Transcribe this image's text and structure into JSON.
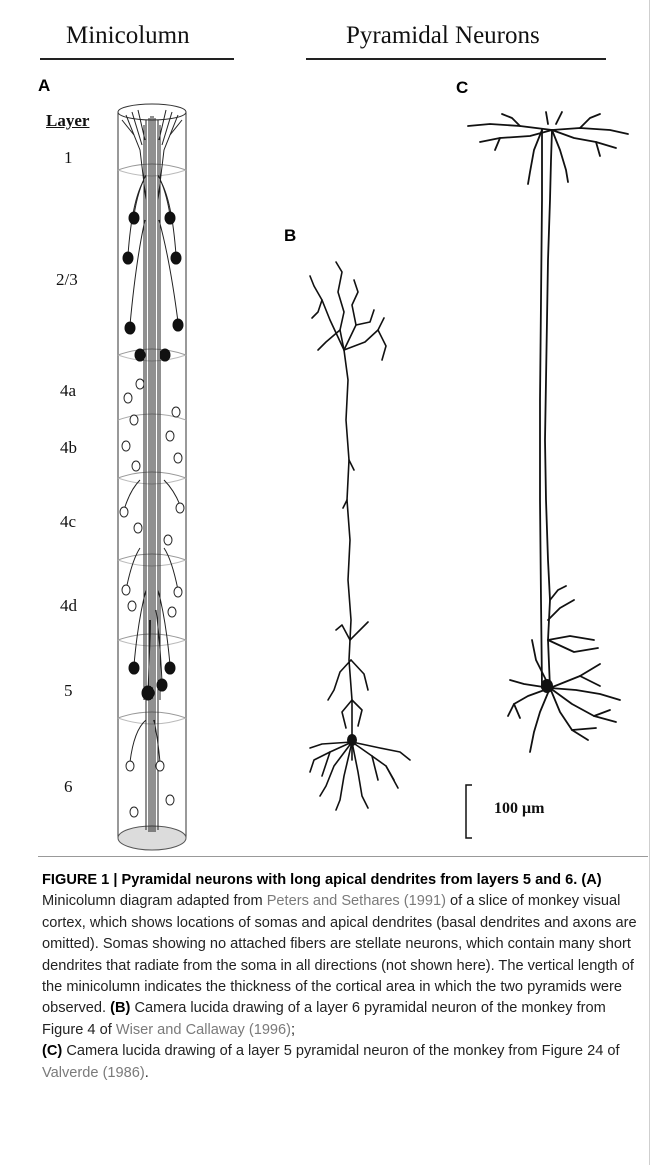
{
  "headings": {
    "minicolumn": "Minicolumn",
    "pyramidal": "Pyramidal Neurons"
  },
  "panels": {
    "a": "A",
    "b": "B",
    "c": "C"
  },
  "layers": {
    "title": "Layer",
    "items": [
      "1",
      "2/3",
      "4a",
      "4b",
      "4c",
      "4d",
      "5",
      "6"
    ]
  },
  "scale_bar": {
    "label": "100 μm"
  },
  "caption": {
    "title": "FIGURE 1 | Pyramidal neurons with long apical dendrites from layers 5 and 6.",
    "a_tag": "(A)",
    "a_text_1": " Minicolumn diagram adapted from ",
    "ref_peters": "Peters and Sethares (1991)",
    "a_text_2": " of a slice of monkey visual cortex, which shows locations of somas and apical dendrites (basal dendrites and axons are omitted). Somas showing no attached fibers are stellate neurons, which contain many short dendrites that radiate from the soma in all directions (not shown here). The vertical length of the minicolumn indicates the thickness of the cortical area in which the two pyramids were observed. ",
    "b_tag": "(B)",
    "b_text_1": " Camera lucida drawing of a layer 6 pyramidal neuron of the monkey from Figure 4 of ",
    "ref_wiser": "Wiser and Callaway (1996)",
    "b_text_2": ";",
    "c_tag": "(C)",
    "c_text_1": " Camera lucida drawing of a layer 5 pyramidal neuron of the monkey from Figure 24 of ",
    "ref_valverde": "Valverde (1986)",
    "c_text_2": "."
  }
}
